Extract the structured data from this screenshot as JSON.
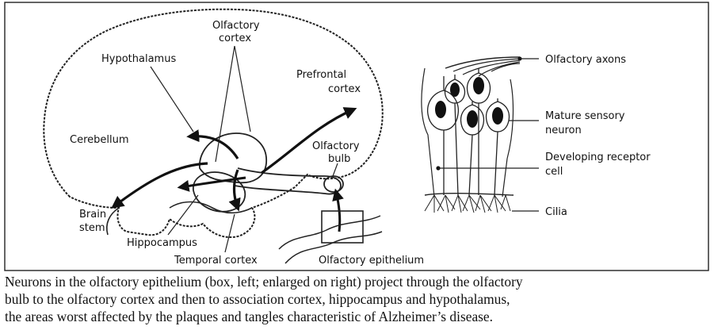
{
  "diagram": {
    "left_labels": {
      "hypothalamus": "Hypothalamus",
      "olfactory_cortex_1": "Olfactory",
      "olfactory_cortex_2": "cortex",
      "prefrontal_1": "Prefrontal",
      "prefrontal_2": "cortex",
      "cerebellum": "Cerebellum",
      "olfactory_bulb_1": "Olfactory",
      "olfactory_bulb_2": "bulb",
      "brain_stem_1": "Brain",
      "brain_stem_2": "stem",
      "hippocampus": "Hippocampus",
      "temporal_cortex": "Temporal cortex",
      "olfactory_epithelium": "Olfactory epithelium"
    },
    "right_labels": {
      "olfactory_axons": "Olfactory axons",
      "mature_neuron_1": "Mature sensory",
      "mature_neuron_2": "neuron",
      "developing_cell_1": "Developing receptor",
      "developing_cell_2": "cell",
      "cilia": "Cilia"
    }
  },
  "caption": {
    "line1": "Neurons in the olfactory epithelium (box, left; enlarged on right) project through the olfactory",
    "line2": "bulb to the olfactory cortex and then to association cortex, hippocampus and hypothalamus,",
    "line3": "the areas worst affected by the plaques and tangles characteristic of Alzheimer’s disease."
  }
}
